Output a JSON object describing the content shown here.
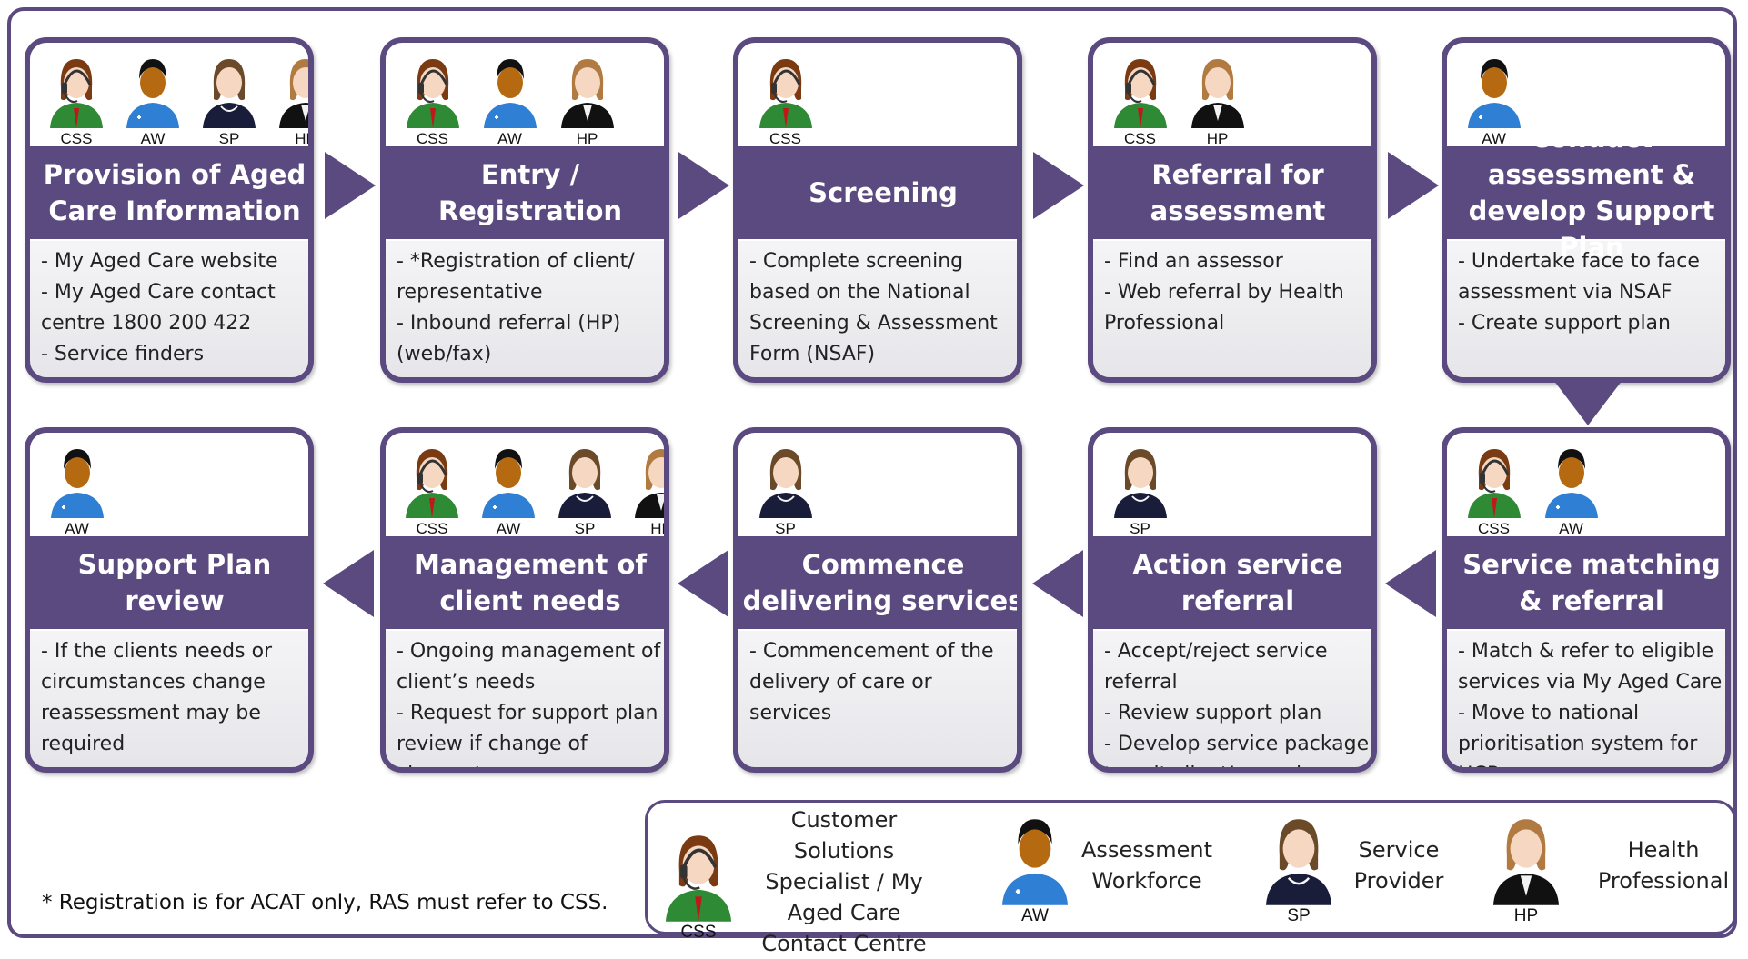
{
  "colors": {
    "accent": "#5b4a7f",
    "css_uniform": "#2f8a35",
    "aw_uniform": "#2f7fd4",
    "sp_uniform": "#1a1d3a",
    "hp_uniform": "#111111",
    "skin_light": "#f5d7c2",
    "skin_dark": "#b56a12"
  },
  "role_codes": {
    "css": "CSS",
    "aw": "AW",
    "sp": "SP",
    "hp": "HP"
  },
  "cards": [
    {
      "title": "Provision of Aged Care Information",
      "roles": [
        "CSS",
        "AW",
        "SP",
        "HP"
      ],
      "body": "- My Aged Care website\n- My Aged Care contact centre 1800 200 422\n- Service finders"
    },
    {
      "title": "Entry / Registration",
      "roles": [
        "CSS",
        "AW",
        "HP"
      ],
      "body": "- *Registration of client/ representative\n- Inbound referral (HP) (web/fax)"
    },
    {
      "title": "Screening",
      "roles": [
        "CSS"
      ],
      "body": "- Complete screening based on the National Screening & Assessment Form (NSAF)"
    },
    {
      "title": "Referral for assessment",
      "roles": [
        "CSS",
        "HP"
      ],
      "body": "- Find an assessor\n- Web referral by Health Professional"
    },
    {
      "title": "Conduct assessment & develop Support Plan",
      "roles": [
        "AW"
      ],
      "body": "- Undertake face to face assessment via NSAF\n- Create support plan"
    },
    {
      "title": "Service matching & referral",
      "roles": [
        "CSS",
        "AW"
      ],
      "body": "- Match & refer to eligible services via My Aged Care\n- Move to national prioritisation system for HCP"
    },
    {
      "title": "Action service referral",
      "roles": [
        "SP"
      ],
      "body": "- Accept/reject service referral\n- Review support plan\n- Develop service package to suit client’s needs"
    },
    {
      "title": "Commence delivering services",
      "roles": [
        "SP"
      ],
      "body": "- Commencement of the delivery of care or services"
    },
    {
      "title": "Management of client needs",
      "roles": [
        "CSS",
        "AW",
        "SP",
        "HP"
      ],
      "body": "- Ongoing management of client’s needs\n- Request for support plan review if change of circumstances"
    },
    {
      "title": "Support Plan review",
      "roles": [
        "AW"
      ],
      "body": "- If the clients needs or circumstances change reassessment may be required"
    }
  ],
  "legend": [
    {
      "code": "CSS",
      "label": "Customer Solutions Specialist / My Aged Care Contact Centre"
    },
    {
      "code": "AW",
      "label": "Assessment Workforce"
    },
    {
      "code": "SP",
      "label": "Service Provider"
    },
    {
      "code": "HP",
      "label": "Health Professional"
    }
  ],
  "footnote": "* Registration is for ACAT only, RAS must refer to CSS."
}
